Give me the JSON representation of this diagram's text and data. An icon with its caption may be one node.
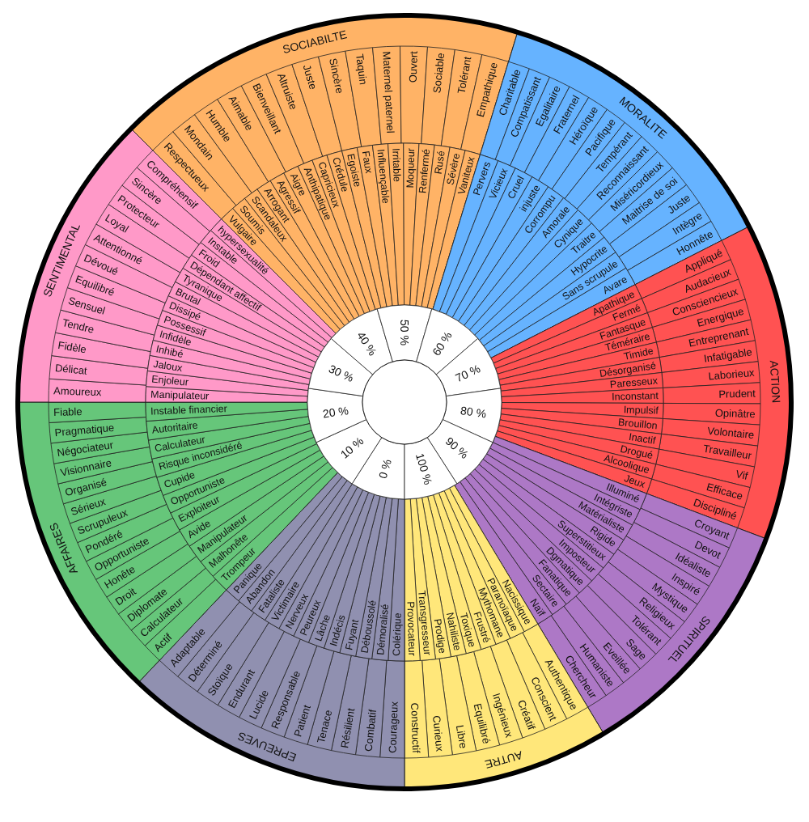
{
  "diagram": {
    "nodes": [
      {
        "text": [
          "SOCIABILTE"
        ]
      },
      {
        "text": [
          "Respectueux"
        ],
        "in": 0
      },
      {
        "text": [
          "Mondain"
        ],
        "in": 0
      },
      {
        "text": [
          "Humble"
        ],
        "in": 0
      },
      {
        "text": [
          "Aimable"
        ],
        "in": 0
      },
      {
        "text": [
          "Bienveillant"
        ],
        "in": 0
      },
      {
        "text": [
          "Altruiste"
        ],
        "in": 0
      },
      {
        "text": [
          "Juste"
        ],
        "in": 0
      },
      {
        "text": [
          "Sincère"
        ],
        "in": 0
      },
      {
        "text": [
          "Taquin"
        ],
        "in": 0
      },
      {
        "text": [
          "Maternel paternel"
        ],
        "in": 0
      },
      {
        "text": [
          "Ouvert"
        ],
        "in": 0
      },
      {
        "text": [
          "Sociable"
        ],
        "in": 0
      },
      {
        "text": [
          "Tolérant"
        ],
        "in": 0
      },
      {
        "text": [
          "Empathique"
        ],
        "in": 0
      },
      {
        "text": [
          "Vulgaire"
        ],
        "in": 0
      },
      {
        "text": [
          "Soumis"
        ],
        "in": 0
      },
      {
        "text": [
          "Scandaleux"
        ],
        "in": 0
      },
      {
        "text": [
          "Arrogant"
        ],
        "in": 0
      },
      {
        "text": [
          "Agressif"
        ],
        "in": 0
      },
      {
        "text": [
          "Aigre"
        ],
        "in": 0
      },
      {
        "text": [
          "Anthipatique"
        ],
        "in": 0
      },
      {
        "text": [
          "Capricieux"
        ],
        "in": 0
      },
      {
        "text": [
          "Crédule"
        ],
        "in": 0
      },
      {
        "text": [
          "Egoiste"
        ],
        "in": 0
      },
      {
        "text": [
          "Faux"
        ],
        "in": 0
      },
      {
        "text": [
          "Influençable"
        ],
        "in": 0
      },
      {
        "text": [
          "Irritable"
        ],
        "in": 0
      },
      {
        "text": [
          "Moqueur"
        ],
        "in": 0
      },
      {
        "text": [
          "Renfermé"
        ],
        "in": 0
      },
      {
        "text": [
          "Rusé"
        ],
        "in": 0
      },
      {
        "text": [
          "Sévère"
        ],
        "in": 0
      },
      {
        "text": [
          "Vaniteux"
        ],
        "in": 0
      },
      {
        "text": [
          "MORALITE"
        ]
      },
      {
        "text": [
          "Charitable"
        ],
        "in": 33
      },
      {
        "text": [
          "Compatissant"
        ],
        "in": 33
      },
      {
        "text": [
          "Egalitaire"
        ],
        "in": 33
      },
      {
        "text": [
          "Fraternel"
        ],
        "in": 33
      },
      {
        "text": [
          "Héroïque"
        ],
        "in": 33
      },
      {
        "text": [
          "Pacifique"
        ],
        "in": 33
      },
      {
        "text": [
          "Tempérant"
        ],
        "in": 33
      },
      {
        "text": [
          "Reconnaissant"
        ],
        "in": 33
      },
      {
        "text": [
          "Miséricordieux"
        ],
        "in": 33
      },
      {
        "text": [
          "Maitrise de soi"
        ],
        "in": 33
      },
      {
        "text": [
          "Juste"
        ],
        "in": 33
      },
      {
        "text": [
          "Intègre"
        ],
        "in": 33
      },
      {
        "text": [
          "Honnête"
        ],
        "in": 33
      },
      {
        "text": [
          "Pervers"
        ],
        "in": 33
      },
      {
        "text": [
          "Vicieux"
        ],
        "in": 33
      },
      {
        "text": [
          "Cruel"
        ],
        "in": 33
      },
      {
        "text": [
          "injuste"
        ],
        "in": 33
      },
      {
        "text": [
          "Corrompu"
        ],
        "in": 33
      },
      {
        "text": [
          "Amorale"
        ],
        "in": 33
      },
      {
        "text": [
          "Cynique"
        ],
        "in": 33
      },
      {
        "text": [
          "Traitre"
        ],
        "in": 33
      },
      {
        "text": [
          "Hypocrite"
        ],
        "in": 33
      },
      {
        "text": [
          "Sans scrupule"
        ],
        "in": 33
      },
      {
        "text": [
          "Avare"
        ],
        "in": 33
      },
      {
        "text": [
          "ACTION"
        ]
      },
      {
        "text": [
          "Appliqué"
        ],
        "in": 58
      },
      {
        "text": [
          "Audacieux"
        ],
        "in": 58
      },
      {
        "text": [
          "Consciencieux"
        ],
        "in": 58
      },
      {
        "text": [
          "Energique"
        ],
        "in": 58
      },
      {
        "text": [
          "Entreprenant"
        ],
        "in": 58
      },
      {
        "text": [
          "Infatigable"
        ],
        "in": 58
      },
      {
        "text": [
          "Laborieux"
        ],
        "in": 58
      },
      {
        "text": [
          "Prudent"
        ],
        "in": 58
      },
      {
        "text": [
          "Opinâtre"
        ],
        "in": 58
      },
      {
        "text": [
          "Volontaire"
        ],
        "in": 58
      },
      {
        "text": [
          "Travailleur"
        ],
        "in": 58
      },
      {
        "text": [
          "Vif"
        ],
        "in": 58
      },
      {
        "text": [
          "Efficace"
        ],
        "in": 58
      },
      {
        "text": [
          "Discipliné"
        ],
        "in": 58
      },
      {
        "text": [
          "Apathique"
        ],
        "in": 58
      },
      {
        "text": [
          "Fermé"
        ],
        "in": 58
      },
      {
        "text": [
          "Fantasque"
        ],
        "in": 58
      },
      {
        "text": [
          "Téméraire"
        ],
        "in": 58
      },
      {
        "text": [
          "Timide"
        ],
        "in": 58
      },
      {
        "text": [
          "Désorganisé"
        ],
        "in": 58
      },
      {
        "text": [
          "Paresseux"
        ],
        "in": 58
      },
      {
        "text": [
          "Inconstant"
        ],
        "in": 58
      },
      {
        "text": [
          "Impulsif"
        ],
        "in": 58
      },
      {
        "text": [
          "Brouillon"
        ],
        "in": 58
      },
      {
        "text": [
          "Inactif"
        ],
        "in": 58
      },
      {
        "text": [
          "Drogué"
        ],
        "in": 58
      },
      {
        "text": [
          "Alcoolique"
        ],
        "in": 58
      },
      {
        "text": [
          "Jeux"
        ],
        "in": 58
      },
      {
        "text": [
          "SPIRITUEL"
        ]
      },
      {
        "text": [
          "Croyant"
        ],
        "in": 87
      },
      {
        "text": [
          "Devot"
        ],
        "in": 87
      },
      {
        "text": [
          "Idéaliste"
        ],
        "in": 87
      },
      {
        "text": [
          "Inspiré"
        ],
        "in": 87
      },
      {
        "text": [
          "Mystique"
        ],
        "in": 87
      },
      {
        "text": [
          "Religieux"
        ],
        "in": 87
      },
      {
        "text": [
          "Tolérant"
        ],
        "in": 87
      },
      {
        "text": [
          "Sage"
        ],
        "in": 87
      },
      {
        "text": [
          "Eveillée"
        ],
        "in": 87
      },
      {
        "text": [
          "Humaniste"
        ],
        "in": 87
      },
      {
        "text": [
          "Chercheur"
        ],
        "in": 87
      },
      {
        "text": [
          "Illuminé"
        ],
        "in": 87
      },
      {
        "text": [
          "Intégriste"
        ],
        "in": 87
      },
      {
        "text": [
          "Matérialiste"
        ],
        "in": 87
      },
      {
        "text": [
          "Rigide"
        ],
        "in": 87
      },
      {
        "text": [
          "Superstitieux"
        ],
        "in": 87
      },
      {
        "text": [
          "Imposteur"
        ],
        "in": 87
      },
      {
        "text": [
          "Dgmatique"
        ],
        "in": 87
      },
      {
        "text": [
          "Fanatique"
        ],
        "in": 87
      },
      {
        "text": [
          "Sectaire"
        ],
        "in": 87
      },
      {
        "text": [
          "Naïf"
        ],
        "in": 87
      },
      {
        "text": [
          "AUTRE"
        ]
      },
      {
        "text": [
          "Authentique"
        ],
        "in": 109
      },
      {
        "text": [
          "Conscient"
        ],
        "in": 109
      },
      {
        "text": [
          "Créatif"
        ],
        "in": 109
      },
      {
        "text": [
          "Ingénieux"
        ],
        "in": 109
      },
      {
        "text": [
          "Equilibré"
        ],
        "in": 109
      },
      {
        "text": [
          "Libre"
        ],
        "in": 109
      },
      {
        "text": [
          "Curieux"
        ],
        "in": 109
      },
      {
        "text": [
          "Constructif"
        ],
        "in": 109
      },
      {
        "text": [
          "Nacissique"
        ],
        "in": 109
      },
      {
        "text": [
          "Paranoïaque"
        ],
        "in": 109
      },
      {
        "text": [
          "Mythomane"
        ],
        "in": 109
      },
      {
        "text": [
          "Frustré"
        ],
        "in": 109
      },
      {
        "text": [
          "Toxique"
        ],
        "in": 109
      },
      {
        "text": [
          "Nahiliste"
        ],
        "in": 109
      },
      {
        "text": [
          "Prodige"
        ],
        "in": 109
      },
      {
        "text": [
          "Transgresseur"
        ],
        "in": 109
      },
      {
        "text": [
          "Provocateur"
        ],
        "in": 109
      },
      {
        "text": [
          "EPREUVES"
        ]
      },
      {
        "text": [
          "Courageux"
        ],
        "in": 127
      },
      {
        "text": [
          "Combatif"
        ],
        "in": 127
      },
      {
        "text": [
          "Résilient"
        ],
        "in": 127
      },
      {
        "text": [
          "Tenace"
        ],
        "in": 127
      },
      {
        "text": [
          "Patient"
        ],
        "in": 127
      },
      {
        "text": [
          "Responsable"
        ],
        "in": 127
      },
      {
        "text": [
          "Lucide"
        ],
        "in": 127
      },
      {
        "text": [
          "Endurant"
        ],
        "in": 127
      },
      {
        "text": [
          "Stoïque"
        ],
        "in": 127
      },
      {
        "text": [
          "Déterminé"
        ],
        "in": 127
      },
      {
        "text": [
          "Adaptable"
        ],
        "in": 127
      },
      {
        "text": [
          "Colérique"
        ],
        "in": 127
      },
      {
        "text": [
          "Démoralisé"
        ],
        "in": 127
      },
      {
        "text": [
          "Déboussolé"
        ],
        "in": 127
      },
      {
        "text": [
          "Fuyant"
        ],
        "in": 127
      },
      {
        "text": [
          "Indécis"
        ],
        "in": 127
      },
      {
        "text": [
          "Lâche"
        ],
        "in": 127
      },
      {
        "text": [
          "Peureux"
        ],
        "in": 127
      },
      {
        "text": [
          "Nerveux"
        ],
        "in": 127
      },
      {
        "text": [
          "Victimaire"
        ],
        "in": 127
      },
      {
        "text": [
          "Fataliste"
        ],
        "in": 127
      },
      {
        "text": [
          "Abandon"
        ],
        "in": 127
      },
      {
        "text": [
          "Panique"
        ],
        "in": 127
      },
      {
        "text": [
          "AFFAIRES"
        ]
      },
      {
        "text": [
          "Actif"
        ],
        "in": 151
      },
      {
        "text": [
          "Calculateur"
        ],
        "in": 151
      },
      {
        "text": [
          "Diplomate"
        ],
        "in": 151
      },
      {
        "text": [
          "Droit"
        ],
        "in": 151
      },
      {
        "text": [
          "Honête"
        ],
        "in": 151
      },
      {
        "text": [
          "Opportuniste"
        ],
        "in": 151
      },
      {
        "text": [
          "Pondéré"
        ],
        "in": 151
      },
      {
        "text": [
          "Scrupuleux"
        ],
        "in": 151
      },
      {
        "text": [
          "Sérieux"
        ],
        "in": 151
      },
      {
        "text": [
          "Organisé"
        ],
        "in": 151
      },
      {
        "text": [
          "Visionnaire"
        ],
        "in": 151
      },
      {
        "text": [
          "Négociateur"
        ],
        "in": 151
      },
      {
        "text": [
          "Pragmatique"
        ],
        "in": 151
      },
      {
        "text": [
          "Fiable"
        ],
        "in": 151
      },
      {
        "text": [
          "Trompeur"
        ],
        "in": 151
      },
      {
        "text": [
          "Malhonête"
        ],
        "in": 151
      },
      {
        "text": [
          "Manipulateur"
        ],
        "in": 151
      },
      {
        "text": [
          "Avide"
        ],
        "in": 151
      },
      {
        "text": [
          "Exploiteur"
        ],
        "in": 151
      },
      {
        "text": [
          "Opportuniste"
        ],
        "in": 151
      },
      {
        "text": [
          "Cupide"
        ],
        "in": 151
      },
      {
        "text": [
          "Risque inconsidéré"
        ],
        "in": 151
      },
      {
        "text": [
          "Calculateur"
        ],
        "in": 151
      },
      {
        "text": [
          "Autoritaire"
        ],
        "in": 151
      },
      {
        "text": [
          "Instable financier"
        ],
        "in": 151
      },
      {
        "text": [
          "SENTIMENTAL"
        ]
      },
      {
        "text": [
          "Amoureux"
        ],
        "in": 177
      },
      {
        "text": [
          "Délicat"
        ],
        "in": 177
      },
      {
        "text": [
          "Fidèle"
        ],
        "in": 177
      },
      {
        "text": [
          "Tendre"
        ],
        "in": 177
      },
      {
        "text": [
          "Sensuel"
        ],
        "in": 177
      },
      {
        "text": [
          "Equilibré"
        ],
        "in": 177
      },
      {
        "text": [
          "Dévoué"
        ],
        "in": 177
      },
      {
        "text": [
          "Attentionné"
        ],
        "in": 177
      },
      {
        "text": [
          "Loyal"
        ],
        "in": 177
      },
      {
        "text": [
          "Protecteur"
        ],
        "in": 177
      },
      {
        "text": [
          "Sincère"
        ],
        "in": 177
      },
      {
        "text": [
          "Compréhensif"
        ],
        "in": 177
      },
      {
        "text": [
          "Manipulateur"
        ],
        "in": 177
      },
      {
        "text": [
          "Enjoleur"
        ],
        "in": 177
      },
      {
        "text": [
          "Jaloux"
        ],
        "in": 177
      },
      {
        "text": [
          "Inhibé"
        ],
        "in": 177
      },
      {
        "text": [
          "Infidèle"
        ],
        "in": 177
      },
      {
        "text": [
          "Possessif"
        ],
        "in": 177
      },
      {
        "text": [
          "Dissipé"
        ],
        "in": 177
      },
      {
        "text": [
          "Brutal"
        ],
        "in": 177
      },
      {
        "text": [
          "Tyranique"
        ],
        "in": 177
      },
      {
        "text": [
          "Dépendant affectif"
        ],
        "in": 177
      },
      {
        "text": [
          "Froid"
        ],
        "in": 177
      },
      {
        "text": [
          "Instable"
        ],
        "in": 177
      },
      {
        "text": [
          "hypersexualité"
        ],
        "in": 177
      },
      {
        "text": [
          "0 %"
        ]
      },
      {
        "text": [
          "10 %"
        ]
      },
      {
        "text": [
          "20 %"
        ]
      },
      {
        "text": [
          "30 %"
        ]
      },
      {
        "text": [
          "40 %"
        ]
      },
      {
        "text": [
          "50 %"
        ]
      },
      {
        "text": [
          "60 %"
        ]
      },
      {
        "text": [
          "70 %"
        ]
      },
      {
        "text": [
          "80 %"
        ]
      },
      {
        "text": [
          "90 %"
        ]
      },
      {
        "text": [
          "100 %"
        ]
      },
      {
        "text": [],
        "shape": "circle"
      }
    ]
  }
}
